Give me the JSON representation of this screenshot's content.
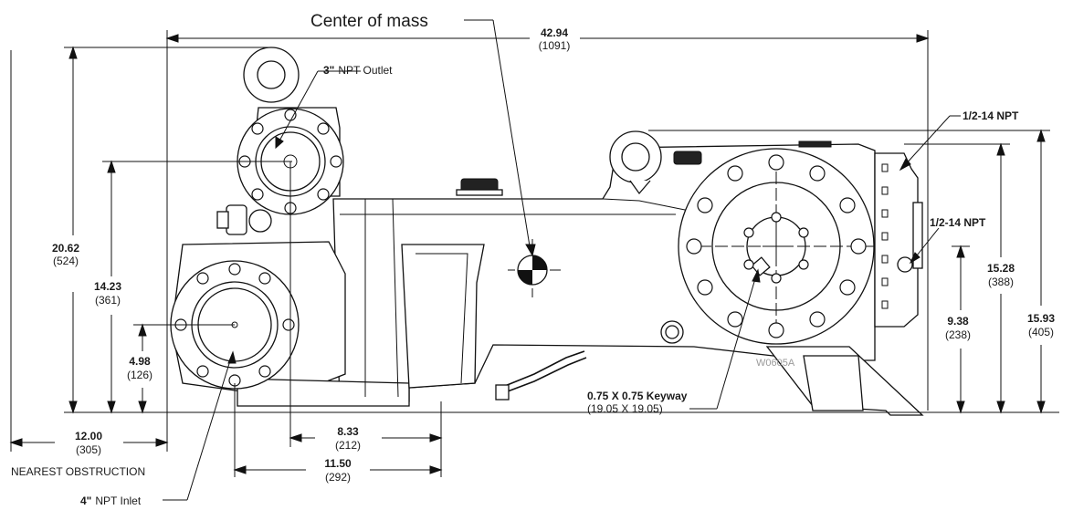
{
  "labels": {
    "center_of_mass": "Center of mass",
    "outlet_size": "3\"",
    "outlet_text": "NPT Outlet",
    "inlet_size": "4\"",
    "inlet_text": "NPT Inlet",
    "npt_port_top": "1/2-14 NPT",
    "npt_port_side": "1/2-14 NPT",
    "keyway": "0.75 X 0.75 Keyway",
    "keyway_metric": "(19.05 X 19.05)",
    "nearest_obstruction": "NEAREST OBSTRUCTION",
    "drawing_number": "W0605A"
  },
  "dimensions": {
    "overall_length": {
      "in": "42.94",
      "mm": "(1091)"
    },
    "outlet_height": {
      "in": "20.62",
      "mm": "(524)"
    },
    "upper_flange_center": {
      "in": "14.23",
      "mm": "(361)"
    },
    "inlet_center": {
      "in": "4.98",
      "mm": "(126)"
    },
    "obstruction": {
      "in": "12.00",
      "mm": "(305)"
    },
    "outlet_offset": {
      "in": "8.33",
      "mm": "(212)"
    },
    "inlet_offset": {
      "in": "11.50",
      "mm": "(292)"
    },
    "shaft_height": {
      "in": "9.38",
      "mm": "(238)"
    },
    "top_port_height": {
      "in": "15.28",
      "mm": "(388)"
    },
    "overall_height": {
      "in": "15.93",
      "mm": "(405)"
    }
  }
}
